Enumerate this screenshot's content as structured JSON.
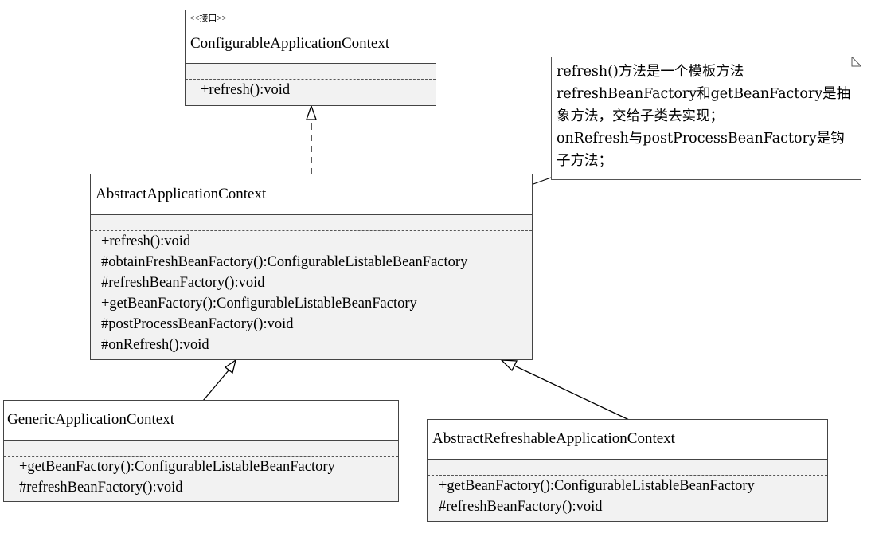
{
  "interface": {
    "stereotype": "<<接口>>",
    "name": "ConfigurableApplicationContext",
    "operations": [
      "+refresh():void"
    ]
  },
  "abstract_class": {
    "name": "AbstractApplicationContext",
    "operations": [
      "+refresh():void",
      "#obtainFreshBeanFactory():ConfigurableListableBeanFactory",
      "#refreshBeanFactory():void",
      "+getBeanFactory():ConfigurableListableBeanFactory",
      "#postProcessBeanFactory():void",
      "#onRefresh():void"
    ]
  },
  "generic_class": {
    "name": "GenericApplicationContext",
    "operations": [
      "+getBeanFactory():ConfigurableListableBeanFactory",
      "#refreshBeanFactory():void"
    ]
  },
  "refreshable_class": {
    "name": "AbstractRefreshableApplicationContext",
    "operations": [
      "+getBeanFactory():ConfigurableListableBeanFactory",
      "#refreshBeanFactory():void"
    ]
  },
  "note": {
    "lines": [
      "refresh()方法是一个模板方法",
      "refreshBeanFactory和getBeanFactory是抽",
      "象方法，交给子类去实现；",
      "onRefresh与postProcessBeanFactory是钩",
      "子方法；"
    ]
  },
  "colors": {
    "line": "#000000",
    "box_border": "#444444",
    "compartment_fill": "#f2f2f2"
  }
}
